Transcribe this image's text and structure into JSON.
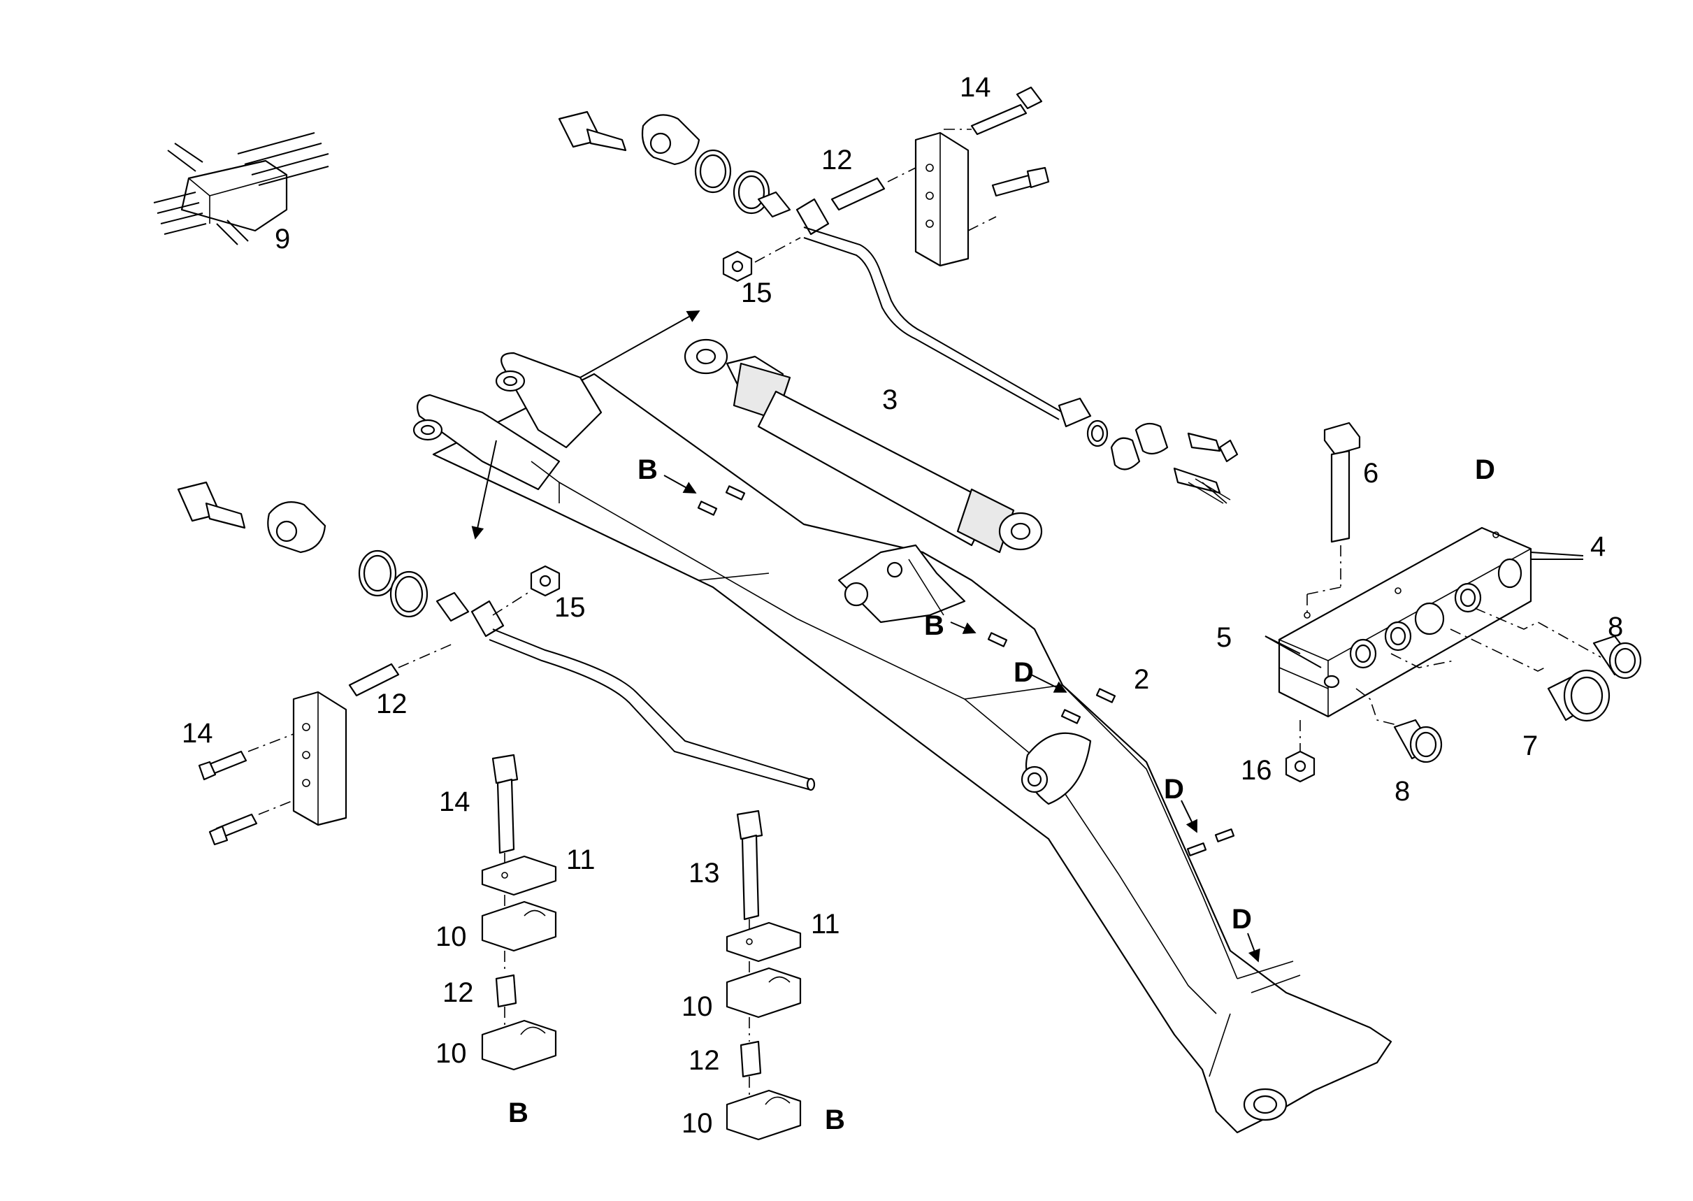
{
  "labels": {
    "p2": "2",
    "p3": "3",
    "p4": "4",
    "p5": "5",
    "p6": "6",
    "p7": "7",
    "p8a": "8",
    "p8b": "8",
    "p9": "9",
    "p10a": "10",
    "p10b": "10",
    "p10c": "10",
    "p10d": "10",
    "p11a": "11",
    "p11b": "11",
    "p12a": "12",
    "p12b": "12",
    "p12c": "12",
    "p12d": "12",
    "p13": "13",
    "p14a": "14",
    "p14b": "14",
    "p14c": "14",
    "p15a": "15",
    "p15b": "15",
    "p16": "16"
  },
  "views": {
    "b1": "B",
    "b2": "B",
    "b3": "B",
    "b4": "B",
    "d1": "D",
    "d2": "D",
    "d3": "D",
    "d4": "D"
  }
}
